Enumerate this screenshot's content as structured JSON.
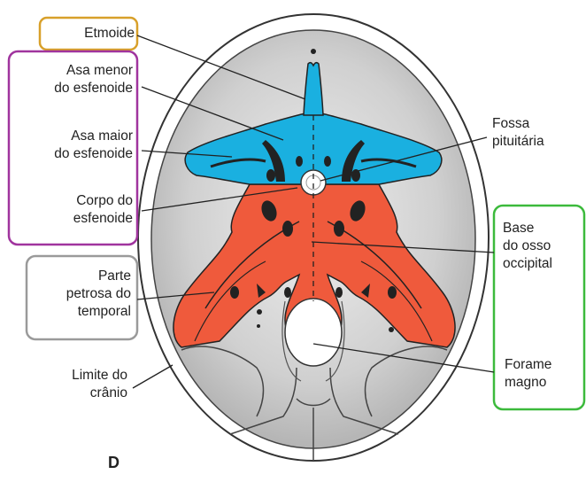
{
  "figure_letter": "D",
  "labels": {
    "etmoide": "Etmoide",
    "asa_menor": [
      "Asa menor",
      "do esfenoide"
    ],
    "asa_maior": [
      "Asa maior",
      "do esfenoide"
    ],
    "corpo": [
      "Corpo do",
      "esfenoide"
    ],
    "parte_petrosa": [
      "Parte",
      "petrosa do",
      "temporal"
    ],
    "limite": [
      "Limite do",
      "crânio"
    ],
    "fossa": [
      "Fossa",
      "pituitária"
    ],
    "base": [
      "Base",
      "do osso",
      "occipital"
    ],
    "forame": [
      "Forame",
      "magno"
    ]
  },
  "colors": {
    "ethmoid_box": "#d8a02a",
    "sphenoid_box": "#a0349e",
    "temporal_box": "#9a9a9a",
    "occipital_box": "#3cba3c",
    "sphenoid_blue": "#1ab0e0",
    "occipital_red": "#ef5a3c",
    "skull_gray": "#cfcfcf"
  }
}
